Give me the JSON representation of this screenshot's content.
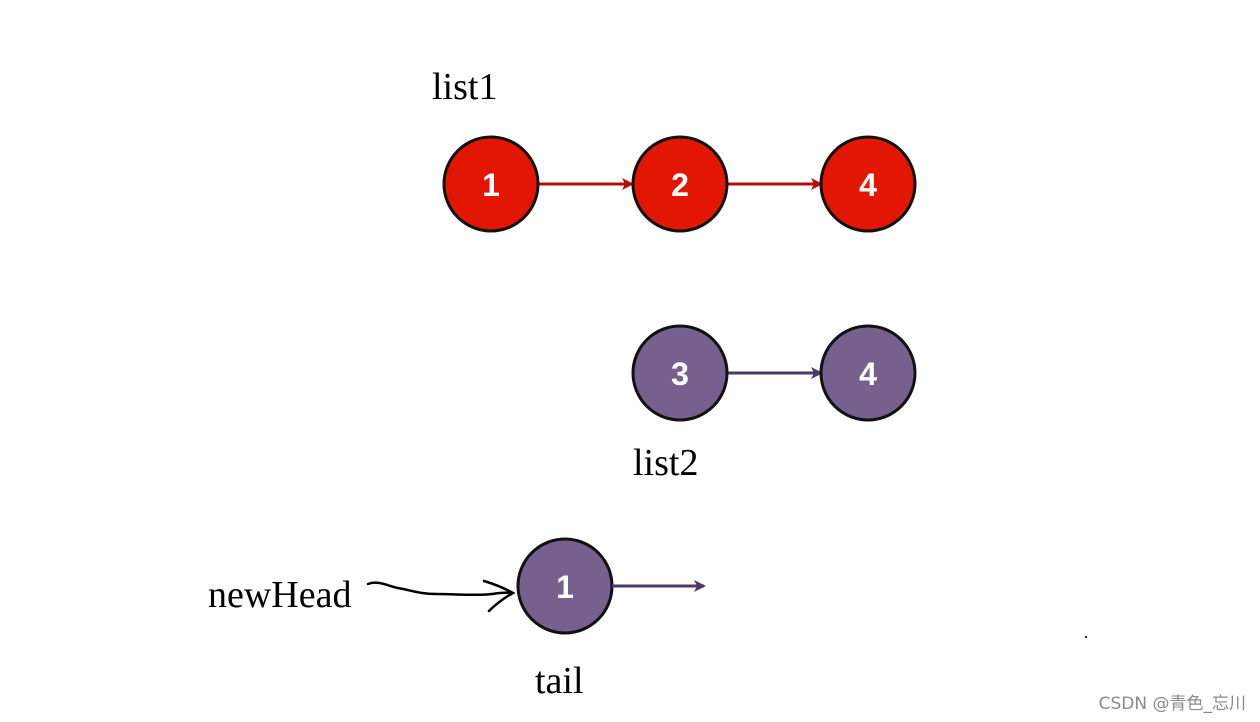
{
  "colors": {
    "list1_fill": "#e31503",
    "list1_edge": "#b30d0b",
    "list2_fill": "#76608e",
    "list2_edge": "#4b3a65",
    "stroke": "#111111",
    "text": "#ffffff"
  },
  "labels": {
    "list1": "list1",
    "list2": "list2",
    "newHead": "newHead",
    "tail": "tail"
  },
  "list1": {
    "nodes": [
      "1",
      "2",
      "4"
    ]
  },
  "list2": {
    "nodes": [
      "3",
      "4"
    ]
  },
  "merged": {
    "nodes": [
      "1"
    ]
  },
  "watermark": "CSDN @青色_忘川"
}
